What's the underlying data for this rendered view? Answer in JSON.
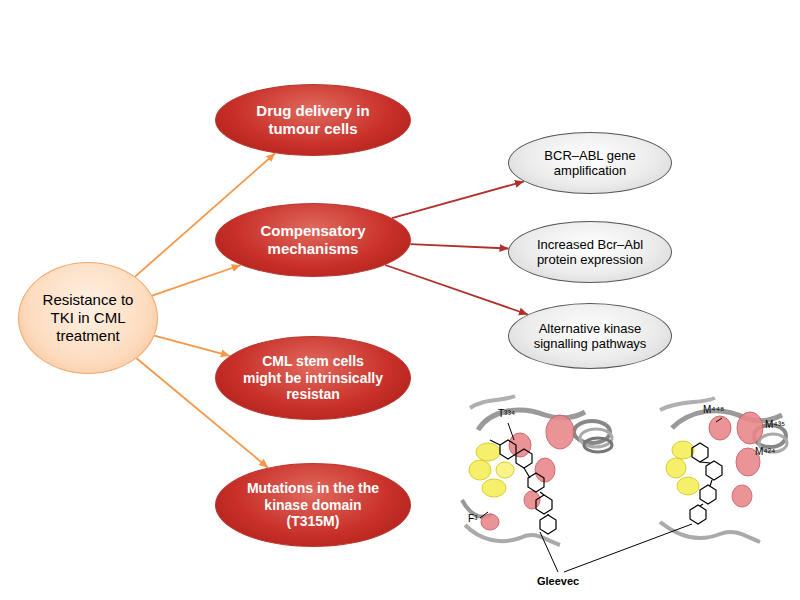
{
  "diagram": {
    "nodes": [
      {
        "text": [
          "Resistance to TKI in CML treatment"
        ]
      },
      {
        "text": [
          "Drug delivery in tumour cells"
        ]
      },
      {
        "text": [
          "Compensatory mechanisms"
        ]
      },
      {
        "text": [
          "BCR–ABL gene amplification"
        ]
      },
      {
        "text": [
          "Increased Bcr–Abl protein expression"
        ]
      },
      {
        "text": [
          "Alternative kinase signalling pathways"
        ]
      },
      {
        "text": [
          "CML stem cells might be intrinsically resistan"
        ]
      },
      {
        "text": [
          "Mutations in the the kinase domain (T315M)"
        ]
      }
    ],
    "edges": [
      {
        "from": 0,
        "to": 1,
        "arrow": "to"
      },
      {
        "from": 0,
        "to": 2,
        "arrow": "to"
      },
      {
        "from": 0,
        "to": 6,
        "arrow": "to"
      },
      {
        "from": 0,
        "to": 7,
        "arrow": "to"
      },
      {
        "from": 2,
        "to": 3,
        "arrow": "to"
      },
      {
        "from": 2,
        "to": 4,
        "arrow": "to"
      },
      {
        "from": 2,
        "to": 5,
        "arrow": "to"
      }
    ],
    "labels": [
      "T³³⁴",
      "F³",
      "M⁴⁴⁸",
      "M⁴³⁵",
      "M⁴²⁴",
      "Gleevec"
    ]
  }
}
